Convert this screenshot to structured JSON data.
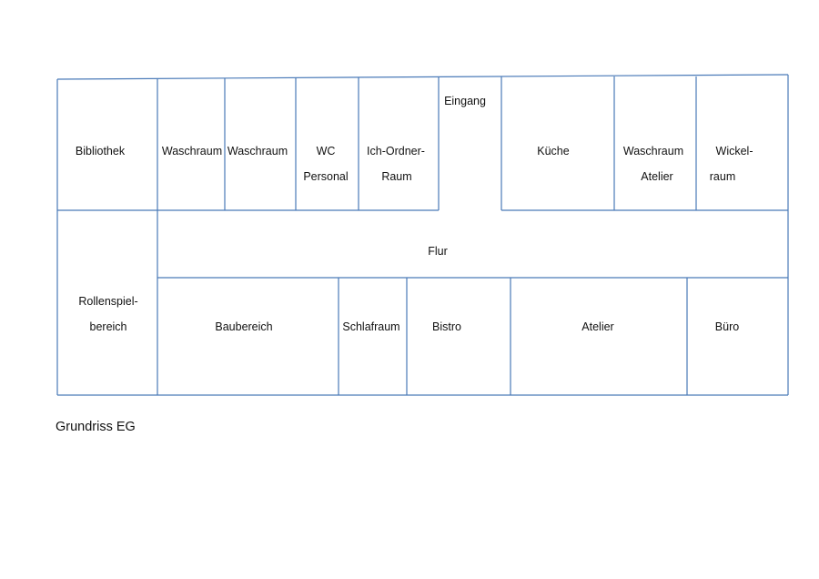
{
  "caption": "Grundriss EG",
  "wall_color": "#4a7ab8",
  "rooms": {
    "bibliothek": [
      "Bibliothek"
    ],
    "waschraum_1": [
      "Waschraum"
    ],
    "waschraum_2": [
      "Waschraum"
    ],
    "wc_personal": [
      "WC",
      "Personal"
    ],
    "ich_ordner_raum": [
      "Ich-Ordner-",
      "Raum"
    ],
    "eingang": [
      "Eingang"
    ],
    "kueche": [
      "Küche"
    ],
    "waschraum_atelier": [
      "Waschraum",
      "Atelier"
    ],
    "wickelraum": [
      "Wickel-",
      "raum"
    ],
    "flur": [
      "Flur"
    ],
    "rollenspielbereich": [
      "Rollenspiel-",
      "bereich"
    ],
    "baubereich": [
      "Baubereich"
    ],
    "schlafraum": [
      "Schlafraum"
    ],
    "bistro": [
      "Bistro"
    ],
    "atelier": [
      "Atelier"
    ],
    "buero": [
      "Büro"
    ]
  }
}
